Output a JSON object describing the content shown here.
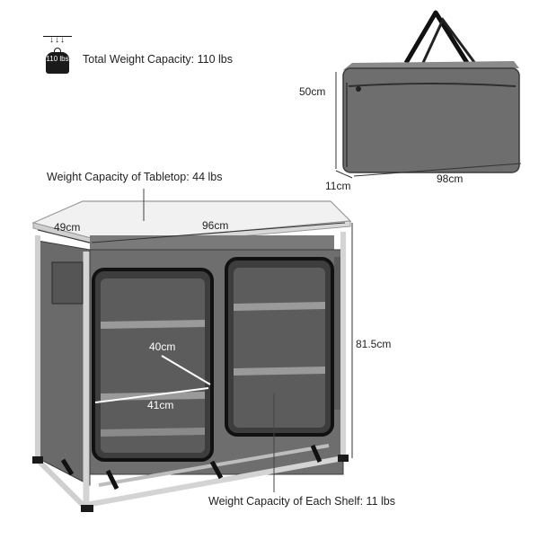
{
  "capacity": {
    "icon": "weight-icon",
    "icon_text": "110 lbs",
    "total": "Total Weight Capacity: 110 lbs",
    "tabletop": "Weight Capacity of Tabletop: 44 lbs",
    "shelf": "Weight Capacity of Each Shelf: 11 lbs"
  },
  "bag": {
    "height": "50cm",
    "depth": "11cm",
    "width": "98cm"
  },
  "cabinet": {
    "depth": "49cm",
    "width": "96cm",
    "height": "81.5cm",
    "shelf_depth": "40cm",
    "shelf_width": "41cm"
  },
  "colors": {
    "fabric": "#6e6e6e",
    "fabric_dark": "#4a4a4a",
    "frame": "#d8d8d8",
    "tabletop": "#f1f1f1"
  }
}
